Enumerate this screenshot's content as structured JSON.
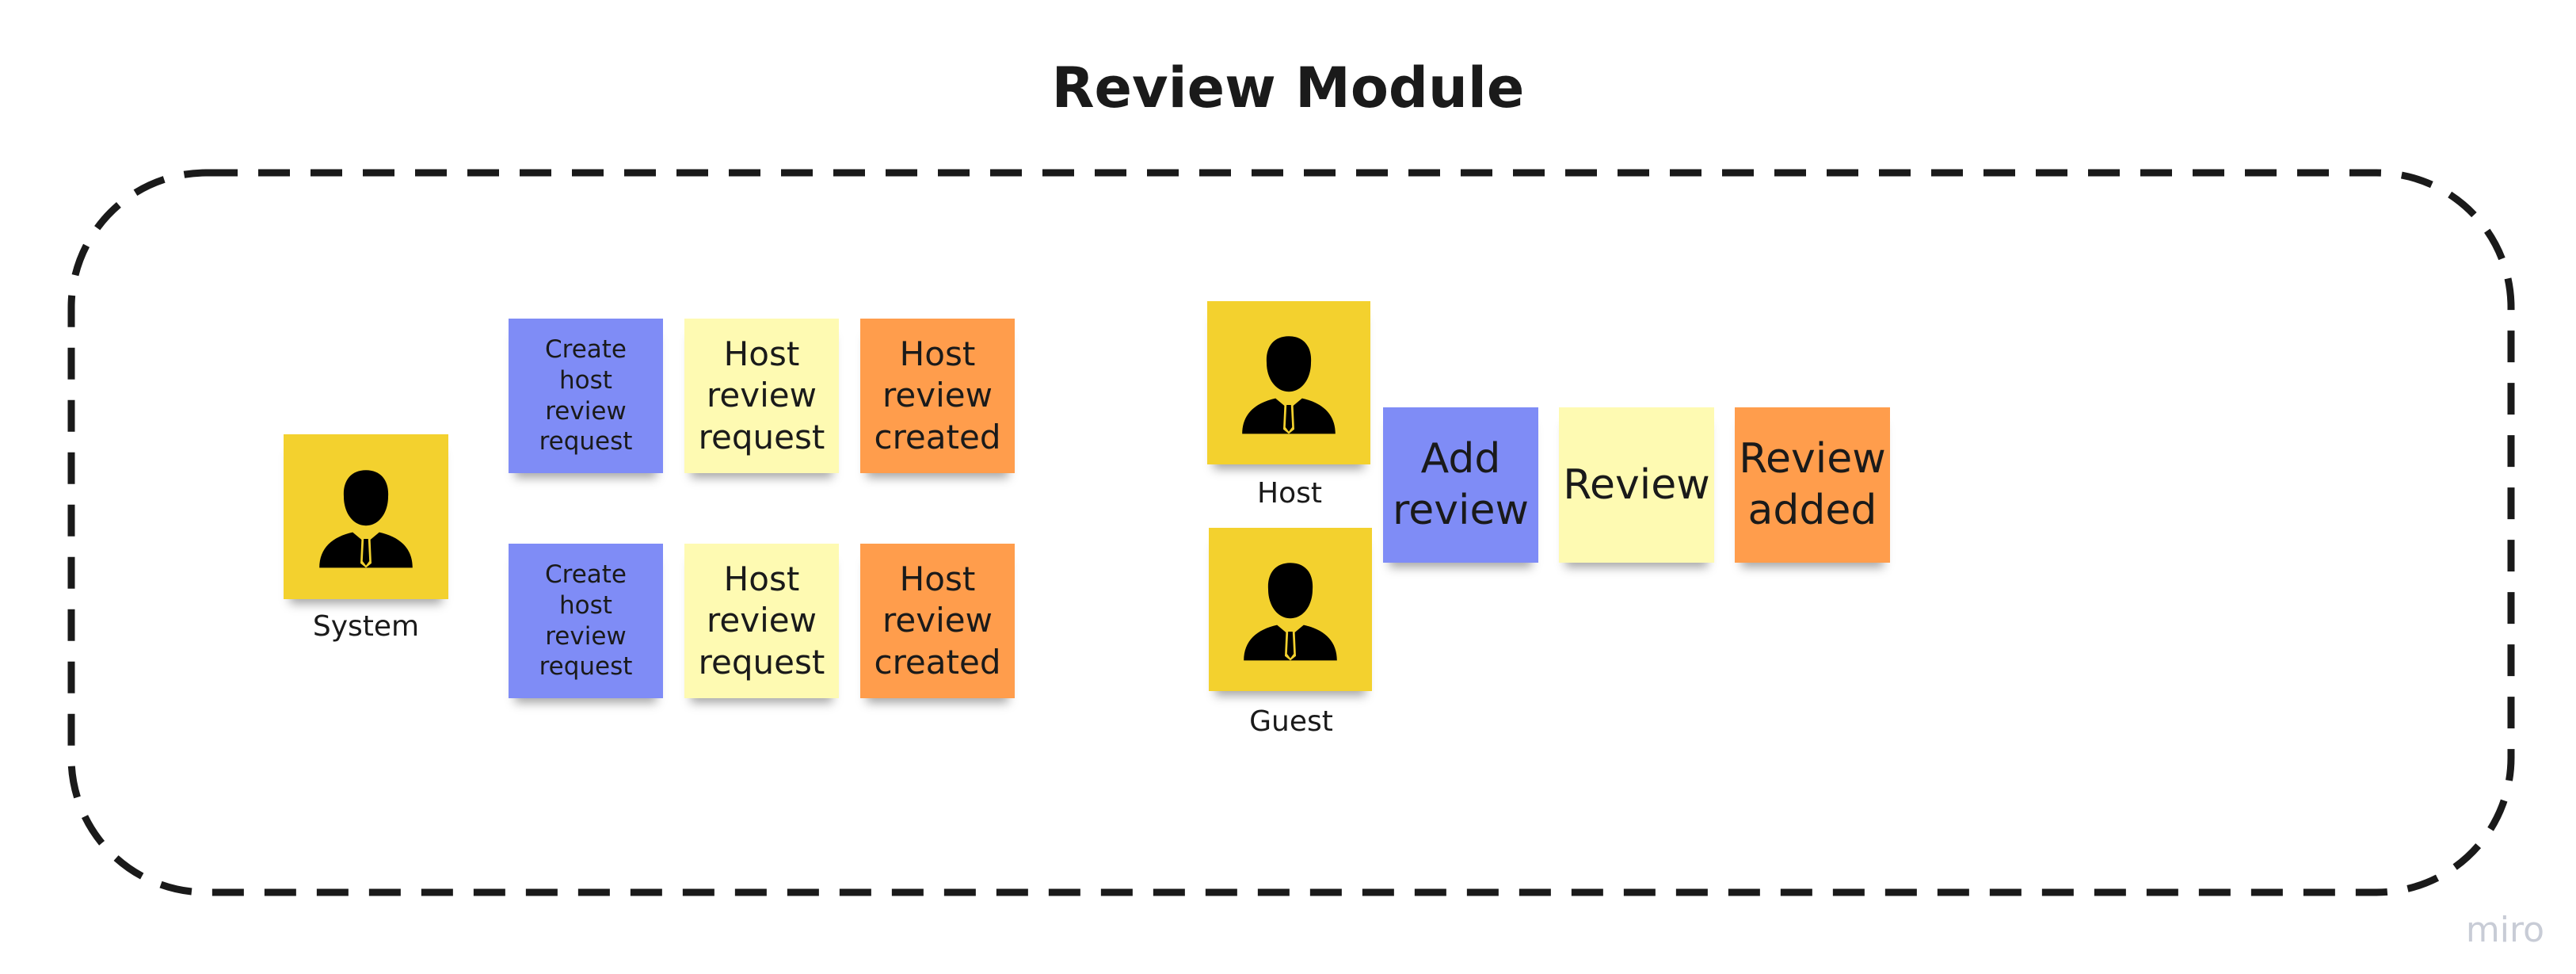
{
  "title": "Review Module",
  "system": {
    "label": "System"
  },
  "host_actor": {
    "label": "Host"
  },
  "guest_actor": {
    "label": "Guest"
  },
  "row1": {
    "command": "Create host review request",
    "policy": "Host review request",
    "event": "Host review created"
  },
  "row2": {
    "command": "Create host review request",
    "policy": "Host review request",
    "event": "Host review created"
  },
  "review_flow": {
    "command": "Add review",
    "aggregate": "Review",
    "event": "Review added"
  },
  "logo": "miro",
  "colors": {
    "command": "#7f8cf6",
    "aggregate": "#fefab2",
    "event": "#ff9d4c",
    "actor": "#f3d12e"
  },
  "icons": [
    "person-icon"
  ]
}
